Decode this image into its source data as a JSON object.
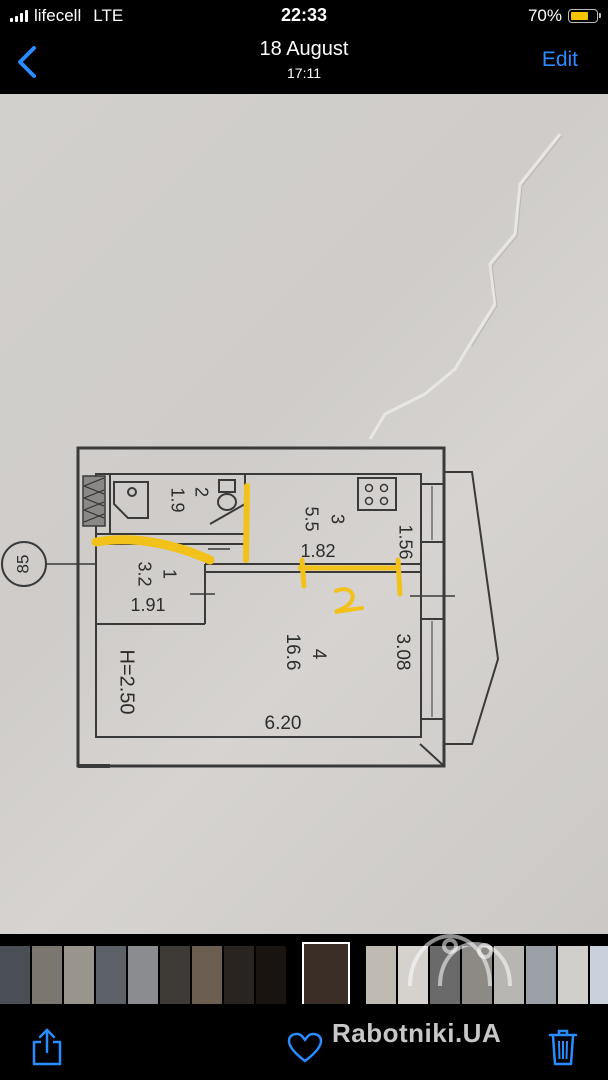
{
  "status_bar": {
    "carrier": "lifecell",
    "network": "LTE",
    "time": "22:33",
    "battery_percent": "70%",
    "battery_level": 0.7
  },
  "nav": {
    "title": "18 August",
    "subtitle": "17:11",
    "edit_label": "Edit"
  },
  "plan": {
    "apt_number": "85",
    "room_2_number": "2",
    "room_2_area": "1.9",
    "room_3_number": "3",
    "room_3_area": "5.5",
    "room_1_number": "1",
    "room_1_area": "3.2",
    "room_4_number": "4",
    "room_4_area": "16.6",
    "dim_156": "1.56",
    "dim_182": "1.82",
    "dim_191": "1.91",
    "dim_308": "3.08",
    "dim_620": "6.20",
    "height": "H=2.50",
    "handwritten_mark": "2"
  },
  "watermark": "Rabotniki.UA",
  "colors": {
    "accent": "#2b8cff",
    "battery": "#f5c400",
    "highlighter": "#f2c21b"
  },
  "icons": {
    "back": "chevron-left-icon",
    "share": "share-icon",
    "favorite": "heart-icon",
    "delete": "trash-icon"
  }
}
